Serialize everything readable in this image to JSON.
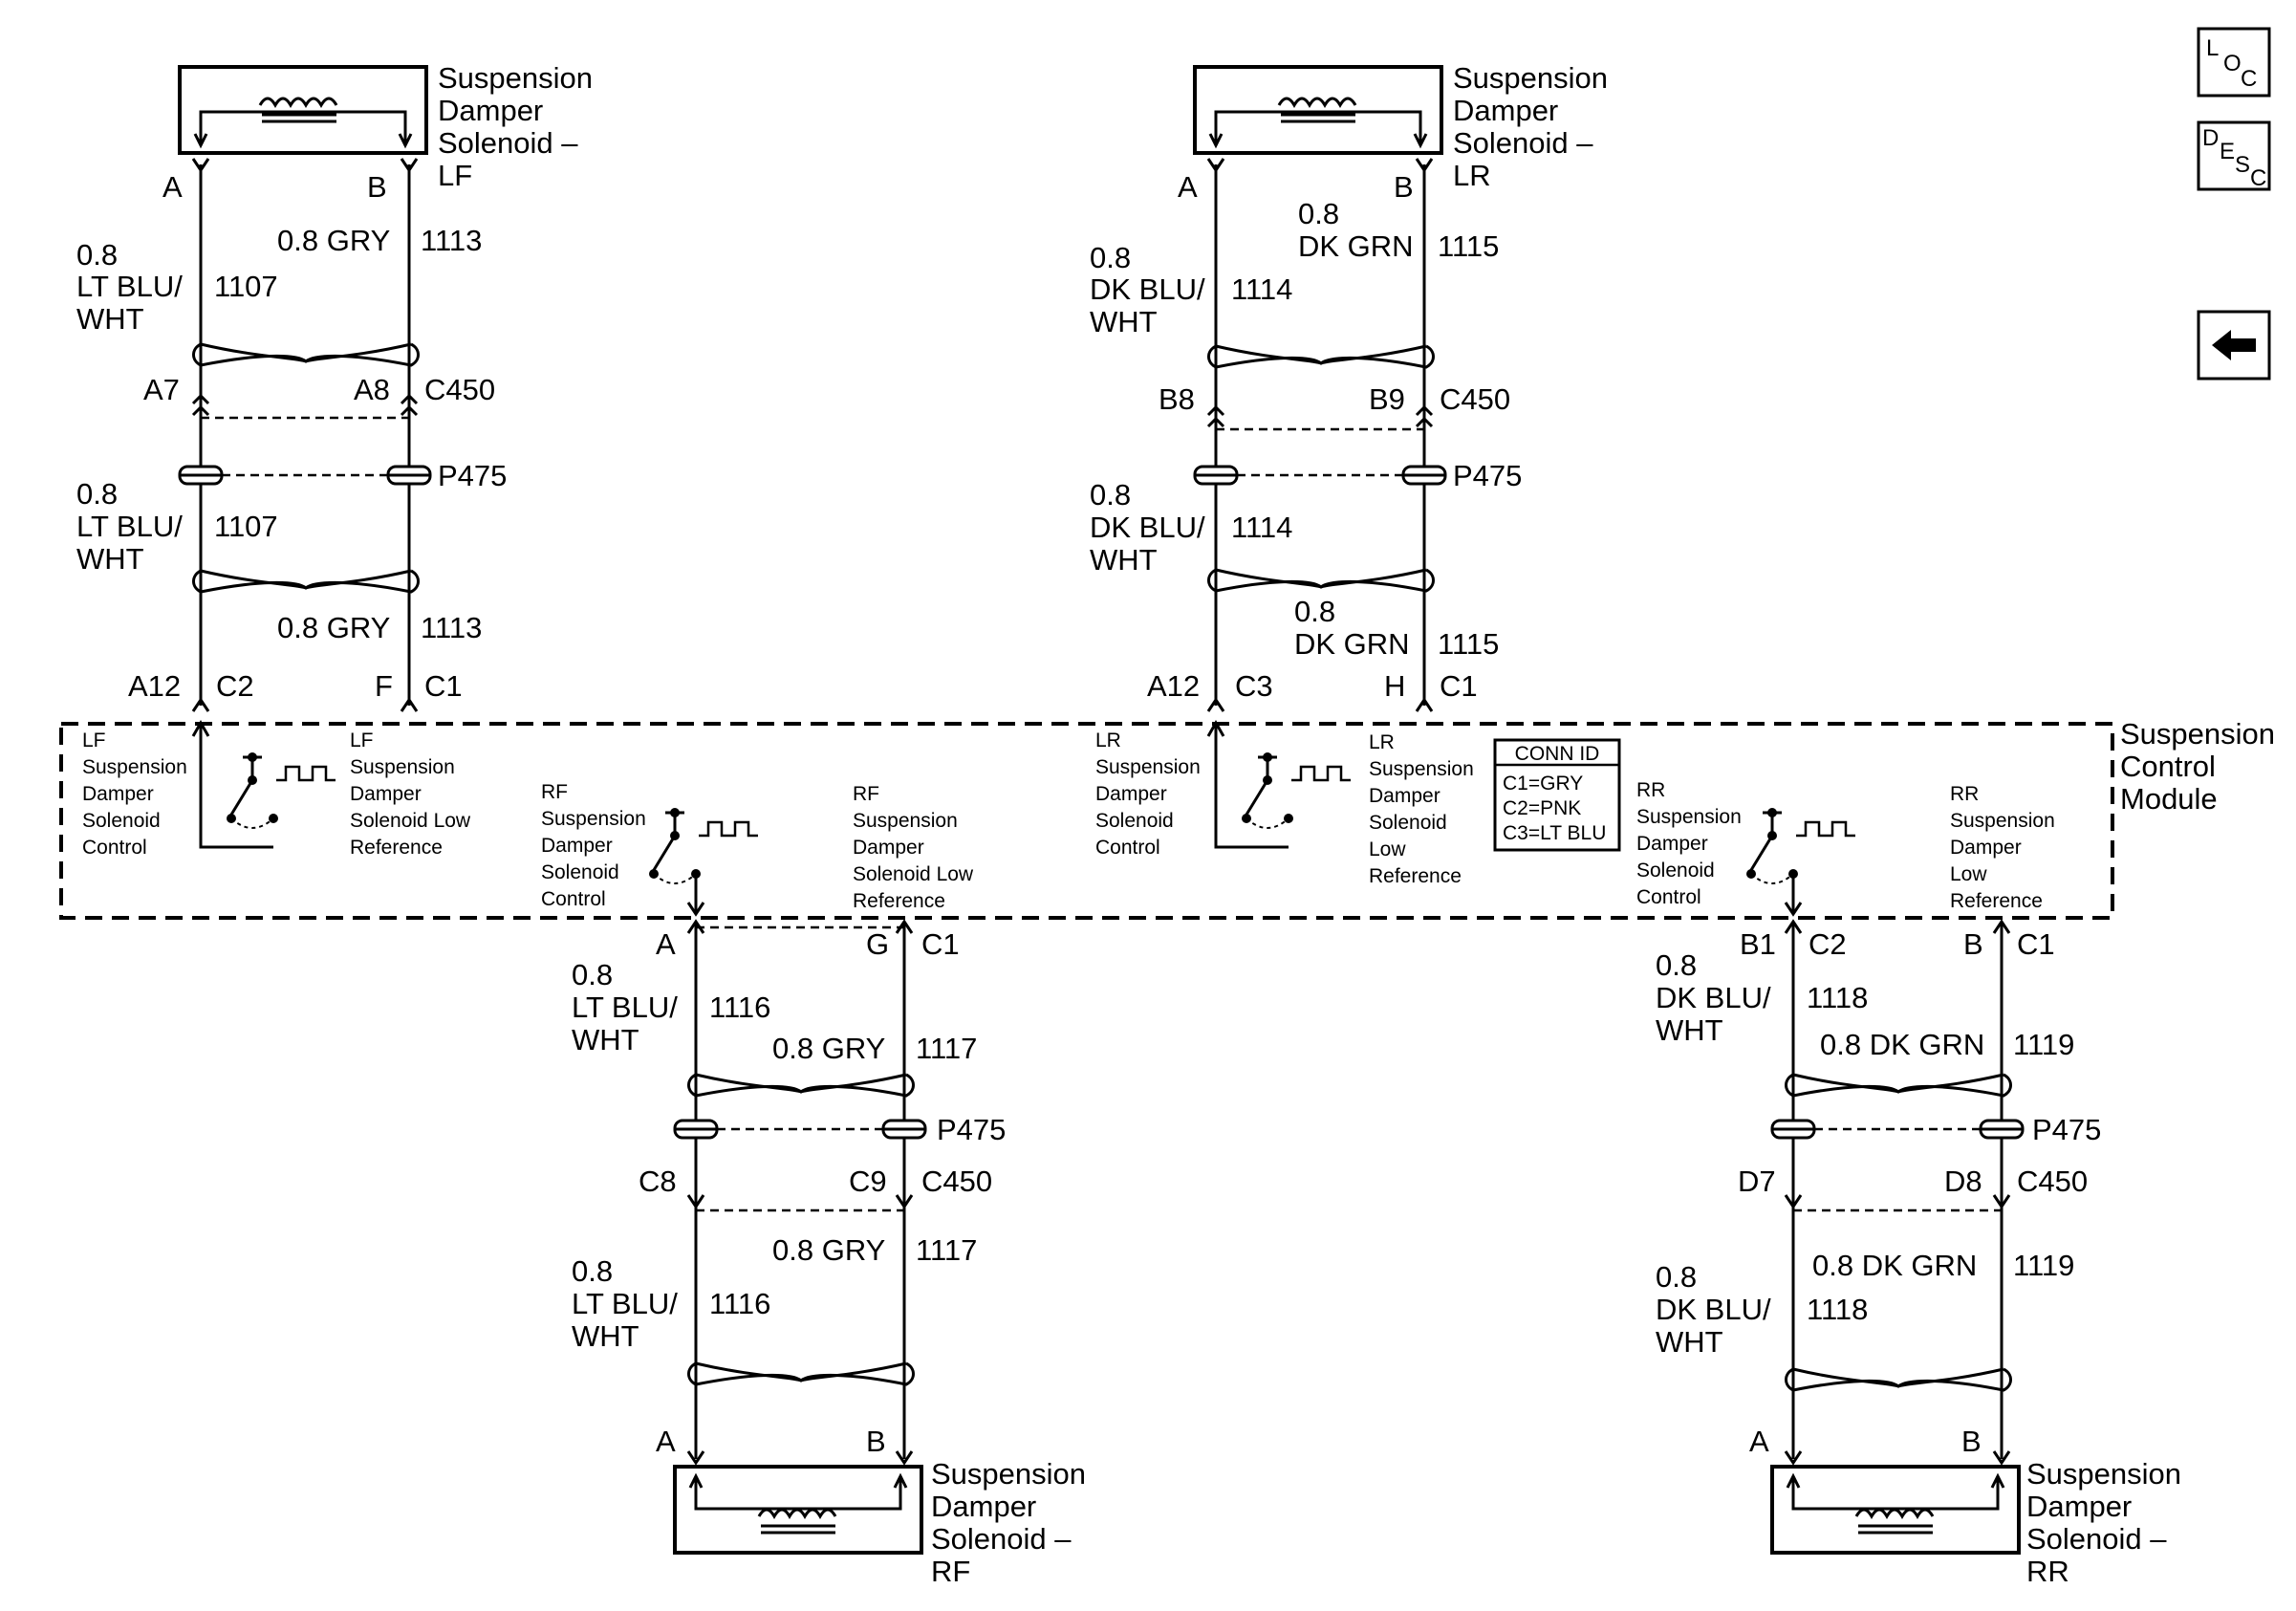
{
  "components": {
    "lf_solenoid": [
      "Suspension",
      "Damper",
      "Solenoid –",
      "LF"
    ],
    "lr_solenoid": [
      "Suspension",
      "Damper",
      "Solenoid –",
      "LR"
    ],
    "rf_solenoid": [
      "Suspension",
      "Damper",
      "Solenoid –",
      "RF"
    ],
    "rr_solenoid": [
      "Suspension",
      "Damper",
      "Solenoid –",
      "RR"
    ],
    "module": [
      "Suspension",
      "Control",
      "Module"
    ]
  },
  "pins": {
    "lf_top_a": "A",
    "lf_top_b": "B",
    "lr_top_a": "A",
    "lr_top_b": "B",
    "rf_bot_a": "A",
    "rf_bot_b": "B",
    "rr_bot_a": "A",
    "rr_bot_b": "B",
    "lf_c450_a": "A7",
    "lf_c450_b": "A8",
    "lr_c450_a": "B8",
    "lr_c450_b": "B9",
    "rf_c450_a": "C8",
    "rf_c450_b": "C9",
    "rr_c450_a": "D7",
    "rr_c450_b": "D8",
    "lf_mod_a": "A12",
    "lf_mod_b": "F",
    "lr_mod_a": "A12",
    "lr_mod_b": "H",
    "rf_mod_a": "A",
    "rf_mod_b": "G",
    "rr_mod_a": "B1",
    "rr_mod_b": "B"
  },
  "connectors": {
    "c450": "C450",
    "p475": "P475",
    "c1": "C1",
    "c2": "C2",
    "c3": "C3"
  },
  "wires": {
    "lf_a_top": [
      "0.8",
      "LT BLU/",
      "WHT"
    ],
    "lf_a_top_circuit": "1107",
    "lf_a_mid": [
      "0.8",
      "LT BLU/",
      "WHT"
    ],
    "lf_a_mid_circuit": "1107",
    "lf_b_top": "0.8 GRY",
    "lf_b_top_circuit": "1113",
    "lf_b_mid": "0.8 GRY",
    "lf_b_mid_circuit": "1113",
    "lr_a_top": [
      "0.8",
      "DK BLU/",
      "WHT"
    ],
    "lr_a_top_circuit": "1114",
    "lr_a_mid": [
      "0.8",
      "DK BLU/",
      "WHT"
    ],
    "lr_a_mid_circuit": "1114",
    "lr_b_top": [
      "0.8",
      "DK GRN"
    ],
    "lr_b_top_circuit": "1115",
    "lr_b_mid": [
      "0.8",
      "DK GRN"
    ],
    "lr_b_mid_circuit": "1115",
    "rf_a_top": [
      "0.8",
      "LT BLU/",
      "WHT"
    ],
    "rf_a_top_circuit": "1116",
    "rf_a_bot": [
      "0.8",
      "LT BLU/",
      "WHT"
    ],
    "rf_a_bot_circuit": "1116",
    "rf_b_top": "0.8 GRY",
    "rf_b_top_circuit": "1117",
    "rf_b_bot": "0.8 GRY",
    "rf_b_bot_circuit": "1117",
    "rr_a_top": [
      "0.8",
      "DK BLU/",
      "WHT"
    ],
    "rr_a_top_circuit": "1118",
    "rr_a_bot": [
      "0.8",
      "DK BLU/",
      "WHT"
    ],
    "rr_a_bot_circuit": "1118",
    "rr_b_top": "0.8 DK GRN",
    "rr_b_top_circuit": "1119",
    "rr_b_bot": "0.8 DK GRN",
    "rr_b_bot_circuit": "1119"
  },
  "module_labels": {
    "lf_control": [
      "LF",
      "Suspension",
      "Damper",
      "Solenoid",
      "Control"
    ],
    "lf_low_ref": [
      "LF",
      "Suspension",
      "Damper",
      "Solenoid Low",
      "Reference"
    ],
    "rf_control": [
      "RF",
      "Suspension",
      "Damper",
      "Solenoid",
      "Control"
    ],
    "rf_low_ref": [
      "RF",
      "Suspension",
      "Damper",
      "Solenoid Low",
      "Reference"
    ],
    "lr_control": [
      "LR",
      "Suspension",
      "Damper",
      "Solenoid",
      "Control"
    ],
    "lr_low_ref": [
      "LR",
      "Suspension",
      "Damper",
      "Solenoid",
      "Low",
      "Reference"
    ],
    "rr_control": [
      "RR",
      "Suspension",
      "Damper",
      "Solenoid",
      "Control"
    ],
    "rr_low_ref": [
      "RR",
      "Suspension",
      "Damper",
      "Low",
      "Reference"
    ]
  },
  "conn_id": {
    "title": "CONN ID",
    "lines": [
      "C1=GRY",
      "C2=PNK",
      "C3=LT BLU"
    ]
  },
  "nav": {
    "loc": [
      "L",
      "O",
      "C"
    ],
    "desc": [
      "D",
      "E",
      "S",
      "C"
    ]
  }
}
